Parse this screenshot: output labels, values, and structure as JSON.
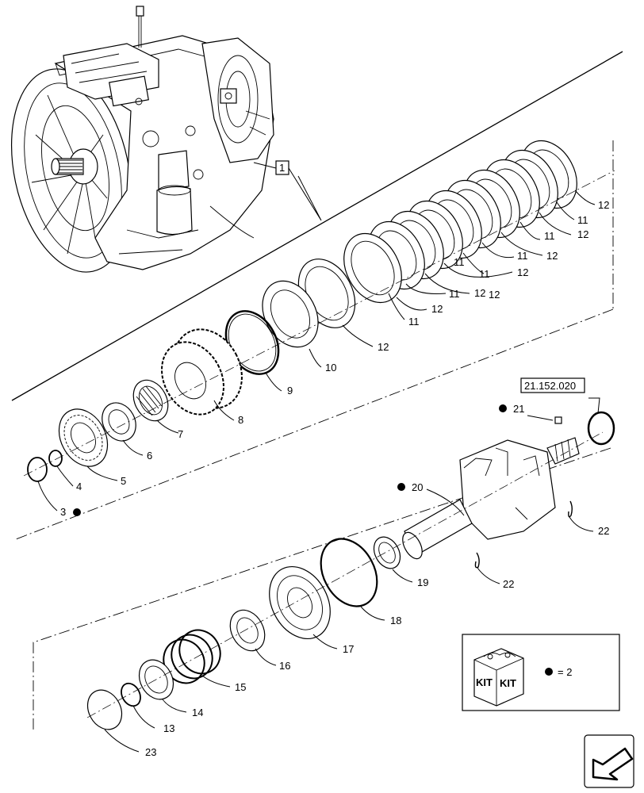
{
  "diagram": {
    "reference_box": "21.152.020",
    "kit_legend": {
      "kit_label_left": "KIT",
      "kit_label_right": "KIT",
      "equals_text": "= 2"
    },
    "callouts": [
      {
        "id": "c1",
        "text": "1"
      },
      {
        "id": "c3",
        "text": "3"
      },
      {
        "id": "c4",
        "text": "4"
      },
      {
        "id": "c5",
        "text": "5"
      },
      {
        "id": "c6",
        "text": "6"
      },
      {
        "id": "c7",
        "text": "7"
      },
      {
        "id": "c8",
        "text": "8"
      },
      {
        "id": "c9",
        "text": "9"
      },
      {
        "id": "c10",
        "text": "10"
      },
      {
        "id": "c11a",
        "text": "11"
      },
      {
        "id": "c11b",
        "text": "11"
      },
      {
        "id": "c11c",
        "text": "11"
      },
      {
        "id": "c11d",
        "text": "11"
      },
      {
        "id": "c11e",
        "text": "11"
      },
      {
        "id": "c11f",
        "text": "11"
      },
      {
        "id": "c11g",
        "text": "11"
      },
      {
        "id": "c12a",
        "text": "12"
      },
      {
        "id": "c12b",
        "text": "12"
      },
      {
        "id": "c12c",
        "text": "12"
      },
      {
        "id": "c12d",
        "text": "12"
      },
      {
        "id": "c12e",
        "text": "12"
      },
      {
        "id": "c12f",
        "text": "12"
      },
      {
        "id": "c12g",
        "text": "12"
      },
      {
        "id": "c12h",
        "text": "12"
      },
      {
        "id": "c13",
        "text": "13"
      },
      {
        "id": "c14",
        "text": "14"
      },
      {
        "id": "c15",
        "text": "15"
      },
      {
        "id": "c16",
        "text": "16"
      },
      {
        "id": "c17",
        "text": "17"
      },
      {
        "id": "c18",
        "text": "18"
      },
      {
        "id": "c19",
        "text": "19"
      },
      {
        "id": "c20",
        "text": "20"
      },
      {
        "id": "c21",
        "text": "21"
      },
      {
        "id": "c22a",
        "text": "22"
      },
      {
        "id": "c22b",
        "text": "22"
      },
      {
        "id": "c23",
        "text": "23"
      }
    ]
  }
}
